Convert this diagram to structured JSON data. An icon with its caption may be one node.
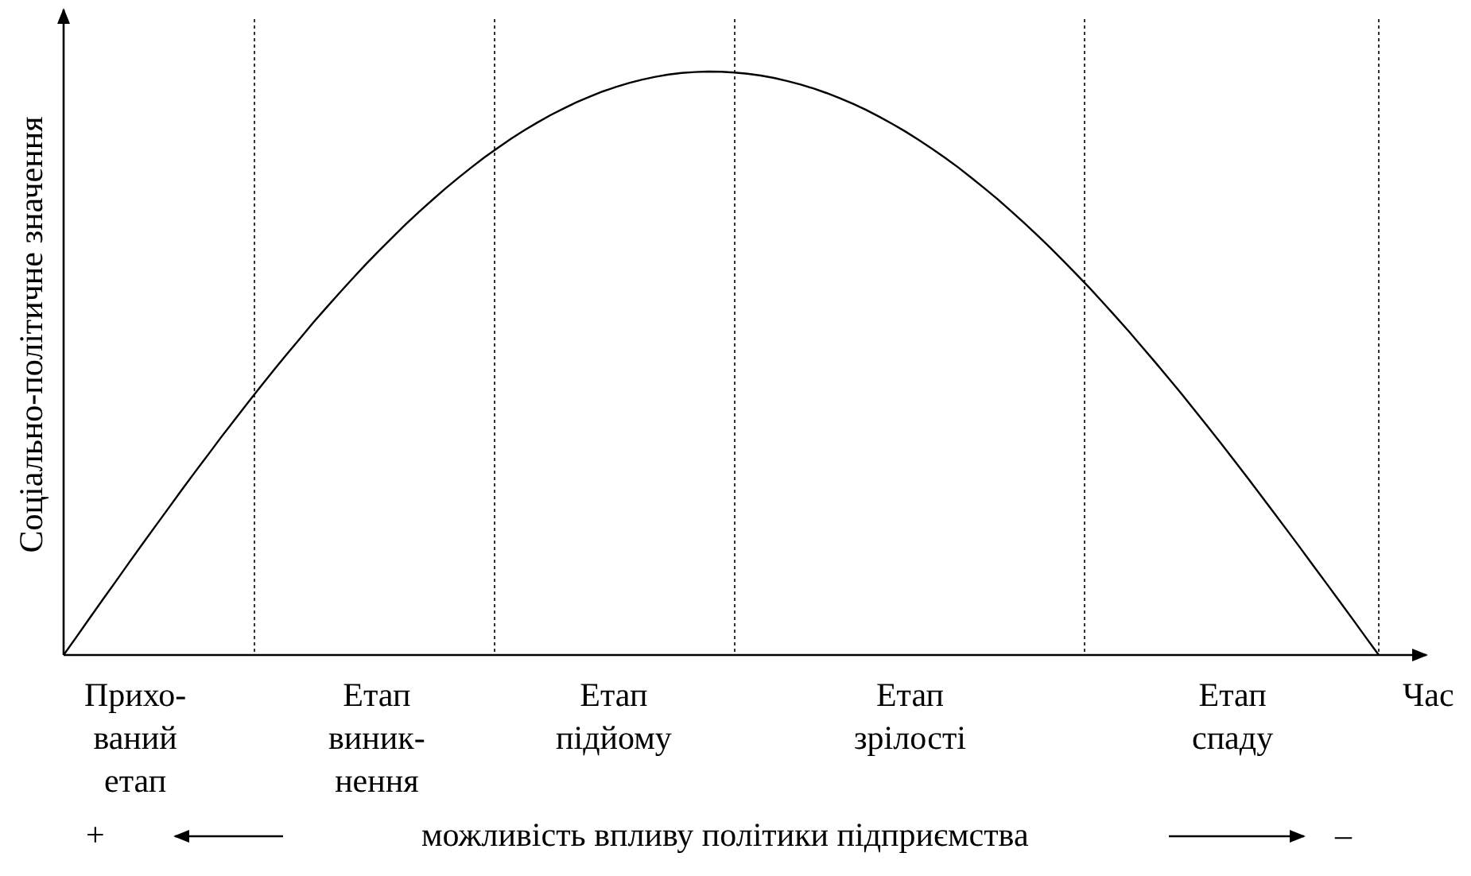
{
  "diagram": {
    "labels": [
      "Соціально-політичне значення",
      "Прихо- ваний етап",
      "Етап виник- нення",
      "Етап підйому",
      "Етап зрілості",
      "Етап спаду",
      "Час",
      "+",
      "можливість впливу політики підприємства",
      "–"
    ]
  }
}
